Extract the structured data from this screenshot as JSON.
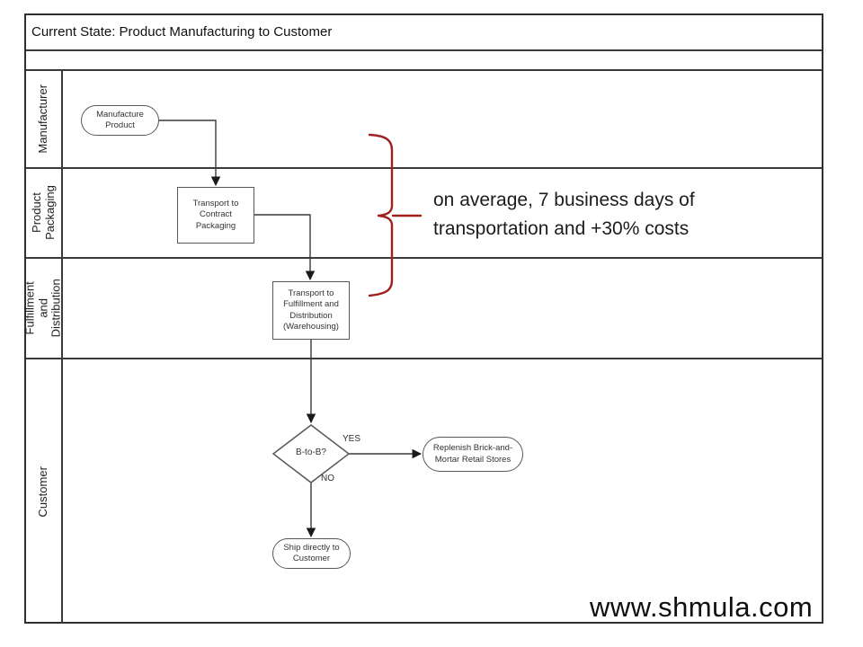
{
  "title": "Current State: Product Manufacturing to Customer",
  "watermark": "www.shmula.com",
  "colors": {
    "annotation_red": "#A02020",
    "line": "#3a3a3a",
    "shape_border": "#585858"
  },
  "lanes": [
    {
      "label": "Manufacturer"
    },
    {
      "label": "Product\nPackaging"
    },
    {
      "label": "Fulfillment and\nDistribution"
    },
    {
      "label": "Customer"
    }
  ],
  "nodes": {
    "manufacture_product": "Manufacture\nProduct",
    "transport_contract_packaging": "Transport to\nContract\nPackaging",
    "transport_fulfillment": "Transport to\nFulfillment and\nDistribution\n(Warehousing)",
    "b_to_b_decision": "B-to-B?",
    "replenish_retail": "Replenish Brick-and-\nMortar Retail Stores",
    "ship_direct": "Ship directly to\nCustomer"
  },
  "edge_labels": {
    "yes": "YES",
    "no": "NO"
  },
  "annotation": {
    "line1": "on average, 7 business days of",
    "line2": "transportation and +30% costs"
  }
}
